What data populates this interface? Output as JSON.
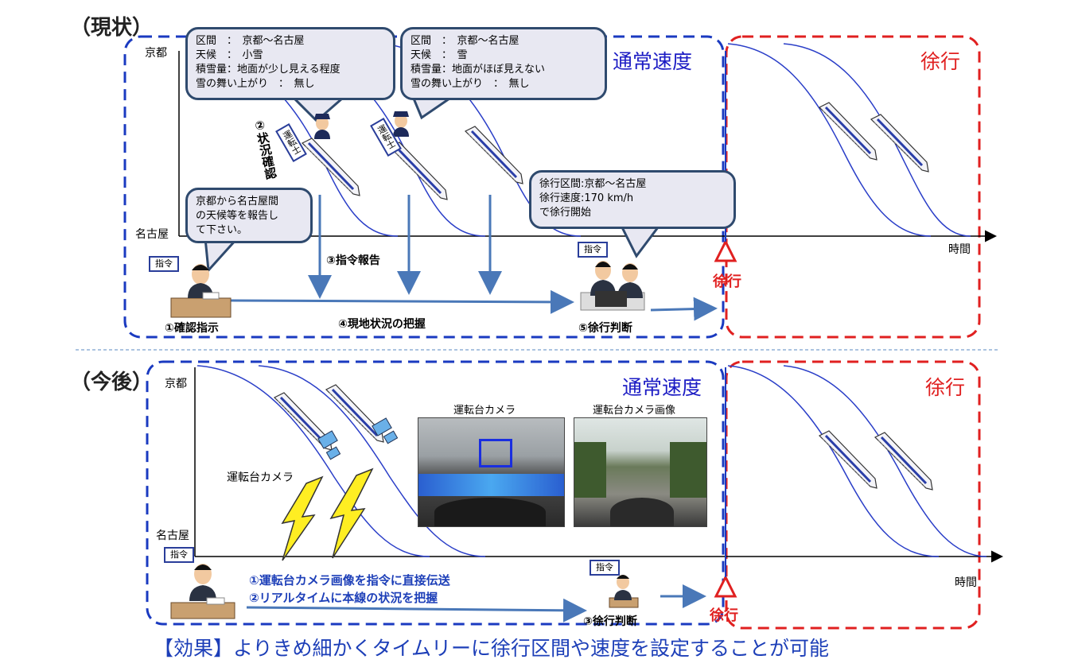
{
  "current": {
    "section_title": "（現状）",
    "normal_speed_label": "通常速度",
    "slow_label": "徐行",
    "axis": {
      "top": "京都",
      "bottom": "名古屋",
      "time": "時間"
    },
    "callout1": [
      "区間　：　京都〜名古屋",
      "天候　：　小雪",
      "積雪量：地面が少し見える程度",
      "雪の舞い上がり　：　無し"
    ],
    "callout2": [
      "区間　：　京都〜名古屋",
      "天候　：　雪",
      "積雪量：地面がほぼ見えない",
      "雪の舞い上がり　：　無し"
    ],
    "callout3": [
      "徐行区間:京都〜名古屋",
      "徐行速度:170 km/h",
      "で徐行開始"
    ],
    "callout4": [
      "京都から名古屋間",
      "の天候等を報告し",
      "て下さい。"
    ],
    "driver_label": "運転士",
    "dispatch_label": "指令",
    "step1": "①確認指示",
    "step2": "②状況確認",
    "step3": "③指令報告",
    "step4": "④現地状況の把握",
    "step5": "⑤徐行判断",
    "slow_marker_label": "徐行"
  },
  "future": {
    "section_title": "（今後）",
    "normal_speed_label": "通常速度",
    "slow_label": "徐行",
    "axis": {
      "top": "京都",
      "bottom": "名古屋",
      "time": "時間"
    },
    "camera_label": "運転台カメラ",
    "photo1_title": "運転台カメラ",
    "photo2_title": "運転台カメラ画像",
    "dispatch_label": "指令",
    "step1": "①運転台カメラ画像を指令に直接伝送",
    "step2": "②リアルタイムに本線の状況を把握",
    "step3": "③徐行判断",
    "slow_marker_label": "徐行"
  },
  "effect_text": "【効果】よりきめ細かくタイムリーに徐行区間や速度を設定することが可能"
}
